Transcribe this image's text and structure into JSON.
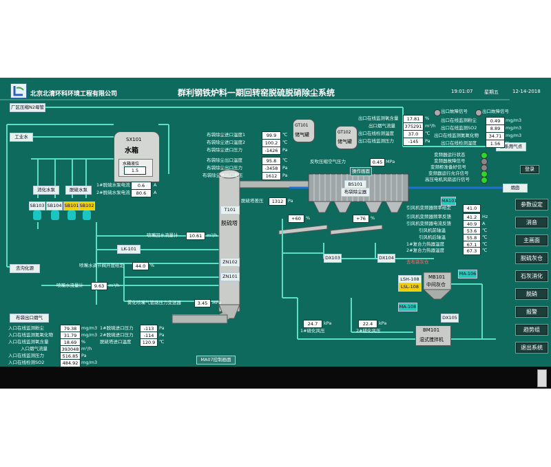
{
  "header": {
    "company": "北京北清环科环境工程有限公司",
    "title": "群利钢铁炉料一期回转窑脱硫脱硝除尘系统",
    "time": "19:01:07",
    "weekday": "星期五",
    "date": "12-14-2018"
  },
  "sidebar": {
    "n2_pipe": "厂区压缩N2母管",
    "industrial_water": "工业水",
    "to_drain": "去沟化源",
    "flue_outlet": "布袋出口烟气",
    "to_air": "去系用气点",
    "smoke": "烟囱"
  },
  "water_tank": {
    "tag": "SX101",
    "name": "水箱",
    "level_label": "水箱液位",
    "level_value": "1.5",
    "pump_currents": [
      {
        "label": "1#脱硫水泵电流",
        "value": "0.6",
        "unit": "A"
      },
      {
        "label": "2#脱硫水泵电流",
        "value": "80.6",
        "unit": "A"
      }
    ]
  },
  "pumps": {
    "names": [
      "消化水泵",
      "脱硫水泵"
    ],
    "tags": [
      "SB103",
      "SB104",
      "SB101",
      "SB102"
    ]
  },
  "towers": {
    "gt101": {
      "tag": "GT101",
      "name": "储气罐"
    },
    "gt102": {
      "tag": "GT102",
      "name": "储气罐"
    },
    "t101": {
      "tag": "T101",
      "name": "脱硫塔"
    },
    "zn102": "ZN102",
    "zn101": "ZN101"
  },
  "bag_dust": {
    "rows": [
      {
        "label": "布袋除尘进口温度1",
        "value": "99.9",
        "unit": "℃"
      },
      {
        "label": "布袋除尘进口温度2",
        "value": "100.2",
        "unit": "℃"
      },
      {
        "label": "布袋除尘进口压力",
        "value": "-1426",
        "unit": "Pa"
      },
      {
        "label": "布袋除尘出口温度",
        "value": "95.8",
        "unit": "℃"
      },
      {
        "label": "布袋除尘出口压力",
        "value": "-3458",
        "unit": "Pa"
      },
      {
        "label": "布袋除尘进出口差压",
        "value": "1612",
        "unit": "Pa"
      }
    ],
    "tower_dp_label": "脱硫塔差压",
    "tower_dp_value": "1312",
    "tower_dp_unit": "Pa",
    "blowback_label": "反吹压缩空气压力",
    "blowback_value": "0.45",
    "blowback_unit": "MPa",
    "bs_tag": "BS101",
    "bs_name": "布袋除尘器",
    "op_panel": "操作画面"
  },
  "outlet_monitor": {
    "rows": [
      {
        "label": "出口在线监测氧含量",
        "value": "17.81",
        "unit": "%"
      },
      {
        "label": "出口烟气流量",
        "value": "375291",
        "unit": "m³/h"
      },
      {
        "label": "出口在线检测温度",
        "value": "37.0",
        "unit": "℃"
      },
      {
        "label": "出口在线监测压力",
        "value": "-145",
        "unit": "Pa"
      }
    ],
    "right_rows": [
      {
        "label": "出口在线监测粉尘",
        "value": "0.49",
        "unit": "mg/m3"
      },
      {
        "label": "出口在线监测SO2",
        "value": "8.89",
        "unit": "mg/m3"
      },
      {
        "label": "出口在线监测氮氧化物",
        "value": "34.71",
        "unit": "mg/m3"
      },
      {
        "label": "出口在线检测湿度",
        "value": "1.56",
        "unit": "%"
      }
    ],
    "signals": [
      "出口故障信号",
      "出口故障信号"
    ]
  },
  "fan_status": {
    "rows": [
      "变频器运行状态",
      "变频器故障信号",
      "变频柜准备好信号",
      "变频器运行允许信号",
      "高压电机风扇运行信号"
    ]
  },
  "fan_values": {
    "rows": [
      {
        "label": "引风机变频器频率给定",
        "value": "41.0",
        "unit": ""
      },
      {
        "label": "引风机变频器频率反馈",
        "value": "41.2",
        "unit": "Hz"
      },
      {
        "label": "引风机变频器电流反馈",
        "value": "40.9",
        "unit": "A"
      },
      {
        "label": "引风机前轴温",
        "value": "53.6",
        "unit": "℃"
      },
      {
        "label": "引风机后轴温",
        "value": "55.8",
        "unit": "℃"
      },
      {
        "label": "1#复合力热器温度",
        "value": "67.1",
        "unit": "℃"
      },
      {
        "label": "2#复合力热器温度",
        "value": "67.3",
        "unit": "℃"
      }
    ],
    "fan_tag": "MA101"
  },
  "spray": {
    "flow_label": "喷嘴回水流量计",
    "flow_value": "10.61",
    "flow_unit": "m³/h",
    "lk_tag": "LK-101",
    "valve_label": "喷嘴水调节阀开度给定",
    "valve_value": "44.0",
    "valve_unit": "%",
    "water_label": "喷嘴水流量计",
    "water_value": "9.63",
    "water_unit": "m³/h",
    "atom_label": "雾化喷嘴气管路压力变送器",
    "atom_value": "3.45",
    "atom_unit": "MPa"
  },
  "inlet": {
    "rows": [
      {
        "label": "入口在线监测粉尘",
        "value": "79.38",
        "unit": "mg/m3"
      },
      {
        "label": "入口在线监测氮氧化物",
        "value": "31.79",
        "unit": "mg/m3"
      },
      {
        "label": "入口在线监测氧含量",
        "value": "18.69",
        "unit": "%"
      },
      {
        "label": "入口烟气流量",
        "value": "393048",
        "unit": "m³/h"
      },
      {
        "label": "入口在线监测压力",
        "value": "516.85",
        "unit": "Pa"
      },
      {
        "label": "入口在线检测SO2",
        "value": "484.92",
        "unit": "mg/m3"
      }
    ],
    "tower_rows": [
      {
        "label": "1#脱硫进口压力",
        "value": "-113",
        "unit": "Pa"
      },
      {
        "label": "2#脱硫进口压力",
        "value": "-114",
        "unit": "Pa"
      },
      {
        "label": "脱硫塔进口温度",
        "value": "120.9",
        "unit": "℃"
      }
    ],
    "bottom_btn": "MA07控制画面"
  },
  "blowers": {
    "p1": "+60",
    "p2": "+76",
    "p1_unit": "%",
    "p2_unit": "%",
    "dx103": "DX103",
    "dx104": "DX104",
    "fan1_label": "1#硫化风压",
    "fan1_value": "24.7",
    "fan1_unit": "kPa",
    "fan2_label": "2#硫化风压",
    "fan2_value": "22.4",
    "fan2_unit": "kPa"
  },
  "lime": {
    "mb_tag": "MB101",
    "mb_name": "中间灰仓",
    "lsh": "LSH-108",
    "lsl": "LSL-108",
    "ma106": "MA-106",
    "ma108": "MA-108",
    "dx105": "DX105",
    "bm101": "BM101",
    "bm_name": "湿式搅拌机",
    "link": "去布袋灰仓"
  },
  "right_menu": {
    "login": "登录",
    "items": [
      "参数设定",
      "消音",
      "主画面",
      "脱硫灰仓",
      "石灰消化",
      "脱硝",
      "报警",
      "趋势组",
      "退出系统"
    ]
  },
  "colors": {
    "background": "#0f6a5e",
    "pipe": "#5be0c6",
    "pipe_blue": "#1e6fd8",
    "running": "#28d92a",
    "stopped": "#888888"
  }
}
